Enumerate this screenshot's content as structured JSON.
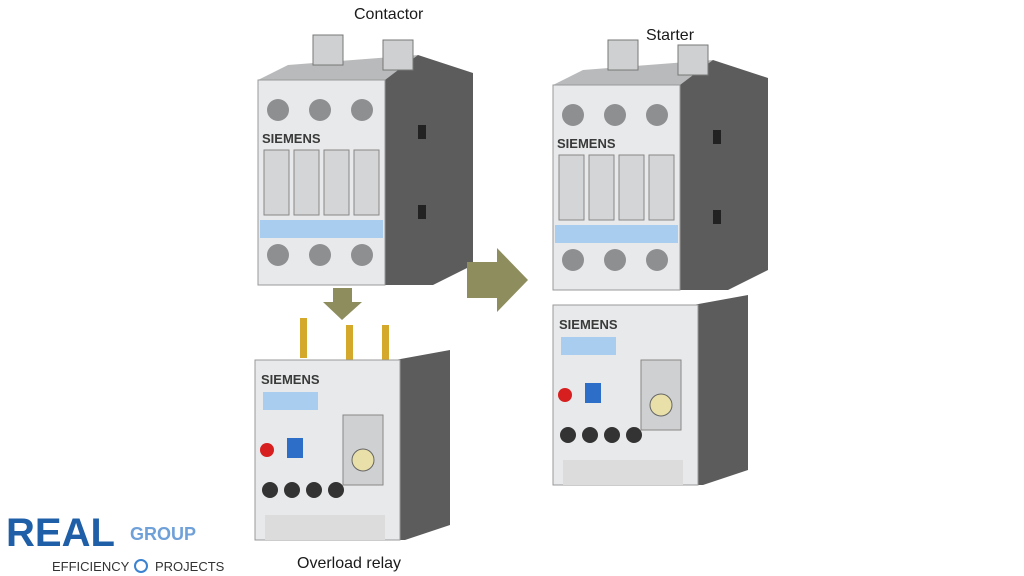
{
  "labels": {
    "contactor": "Contactor",
    "starter": "Starter",
    "overload_relay": "Overload relay"
  },
  "device_brand": "SIEMENS",
  "logo": {
    "main": "REAL",
    "group": "GROUP",
    "tagline_left": "EFFICIENCY",
    "tagline_right": "PROJECTS",
    "brand_color": "#1f5fa8",
    "accent_color": "#6fa0d8"
  },
  "colors": {
    "arrow": "#8e8d5e",
    "body_front": "#e8e9ea",
    "body_side": "#5c5c5c",
    "label_strip": "#a9cdee",
    "reset_button": "#d81f1f",
    "test_button": "#2d6fc8"
  }
}
